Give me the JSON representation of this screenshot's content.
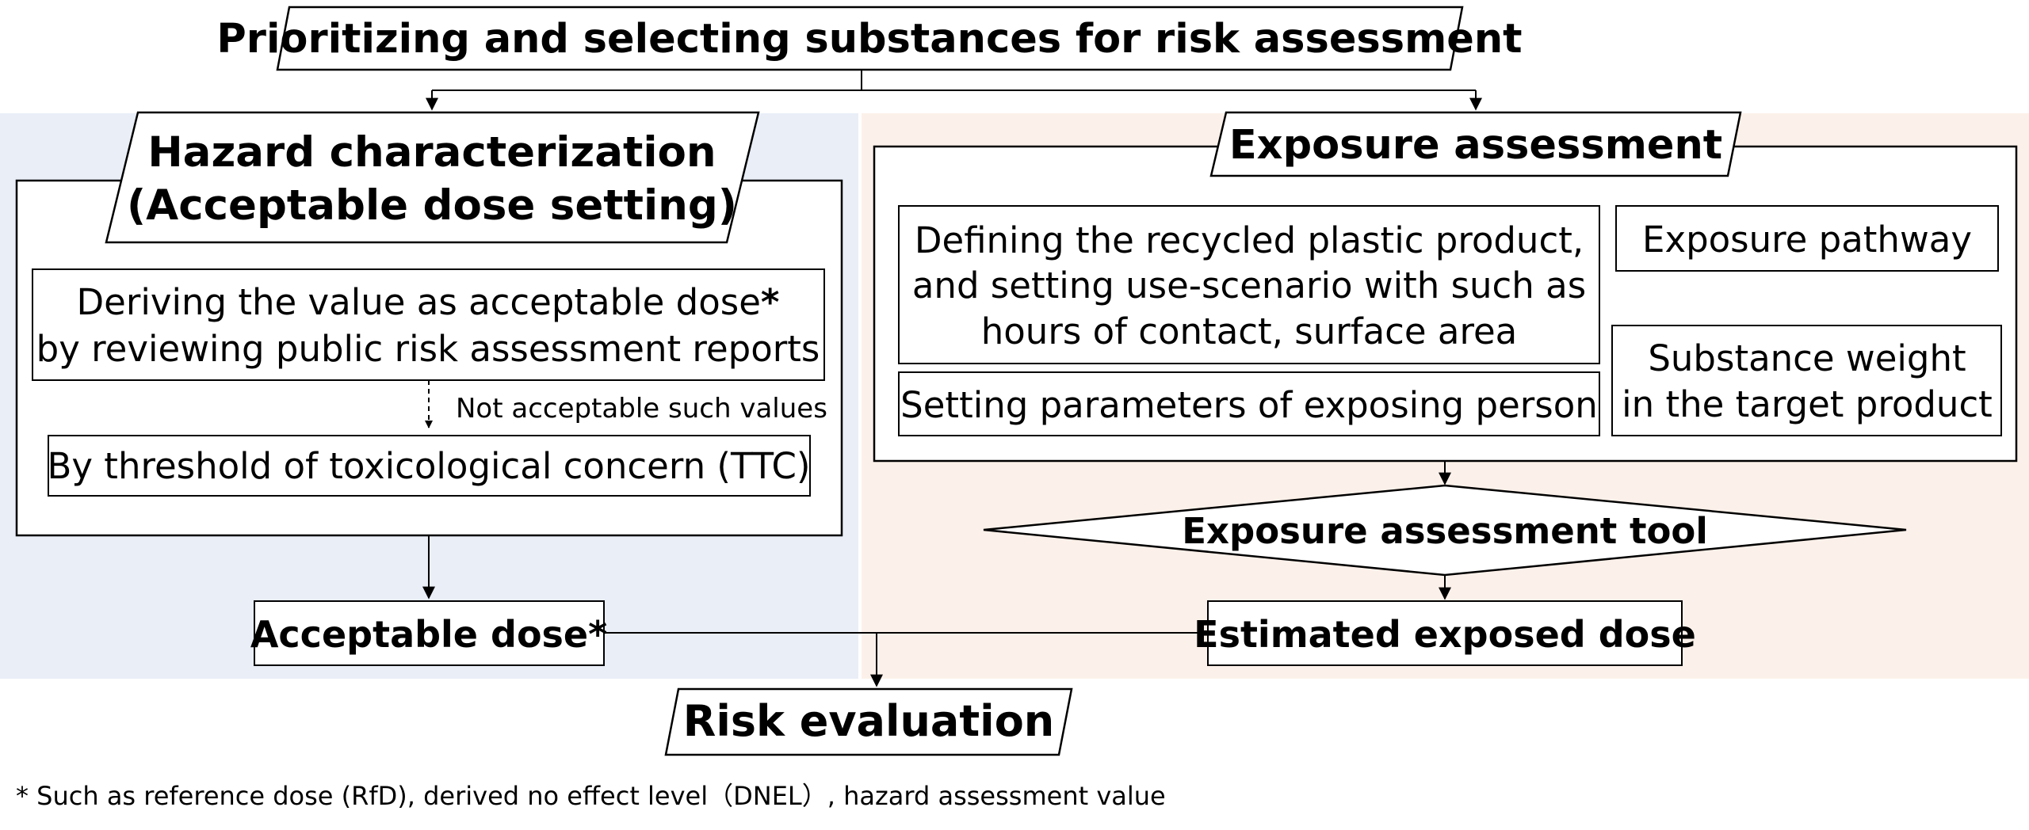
{
  "colors": {
    "left_panel_bg": "#e9eef7",
    "right_panel_bg": "#fcf1ea",
    "stroke": "#000000",
    "box_fill": "#ffffff"
  },
  "top": {
    "title": "Prioritizing and selecting substances for risk assessment"
  },
  "hazard": {
    "title_line1": "Hazard characterization",
    "title_line2": "(Acceptable dose setting)",
    "deriving_line1": "Deriving the value as acceptable dose",
    "deriving_asterisk": "*",
    "deriving_line2": "by reviewing public risk assessment reports",
    "not_acceptable_note": "Not acceptable such values",
    "ttc": "By threshold of toxicological concern (TTC)",
    "acceptable_dose": "Acceptable dose*"
  },
  "exposure": {
    "title": "Exposure assessment",
    "defining_line1": "Defining the recycled plastic product,",
    "defining_line2": "and setting use-scenario with such as",
    "defining_line3": "hours of contact, surface area",
    "pathway": "Exposure pathway",
    "parameters": "Setting parameters of exposing person",
    "weight_line1": "Substance weight",
    "weight_line2": "in the target product",
    "tool": "Exposure assessment tool",
    "estimated": "Estimated exposed dose"
  },
  "risk": {
    "title": "Risk evaluation"
  },
  "footnote": "* Such as reference dose (RfD), derived no effect level（DNEL）, hazard assessment value"
}
